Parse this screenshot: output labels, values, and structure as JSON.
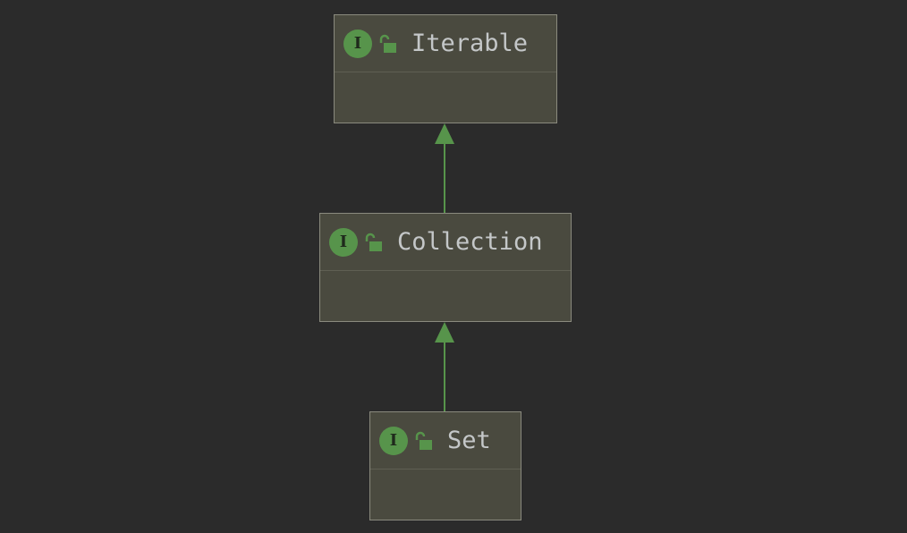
{
  "colors": {
    "background": "#2b2b2b",
    "node_fill": "#4a4a3f",
    "node_border": "#8a8a7e",
    "accent_green": "#57944b",
    "title_text": "#c4c7c8"
  },
  "nodes": [
    {
      "id": "iterable",
      "kind": "interface",
      "badge": "I",
      "icon": "unlock-icon",
      "title": "Iterable"
    },
    {
      "id": "collection",
      "kind": "interface",
      "badge": "I",
      "icon": "unlock-icon",
      "title": "Collection"
    },
    {
      "id": "set",
      "kind": "interface",
      "badge": "I",
      "icon": "unlock-icon",
      "title": "Set"
    }
  ],
  "edges": [
    {
      "from": "collection",
      "to": "iterable",
      "type": "extends"
    },
    {
      "from": "set",
      "to": "collection",
      "type": "extends"
    }
  ]
}
